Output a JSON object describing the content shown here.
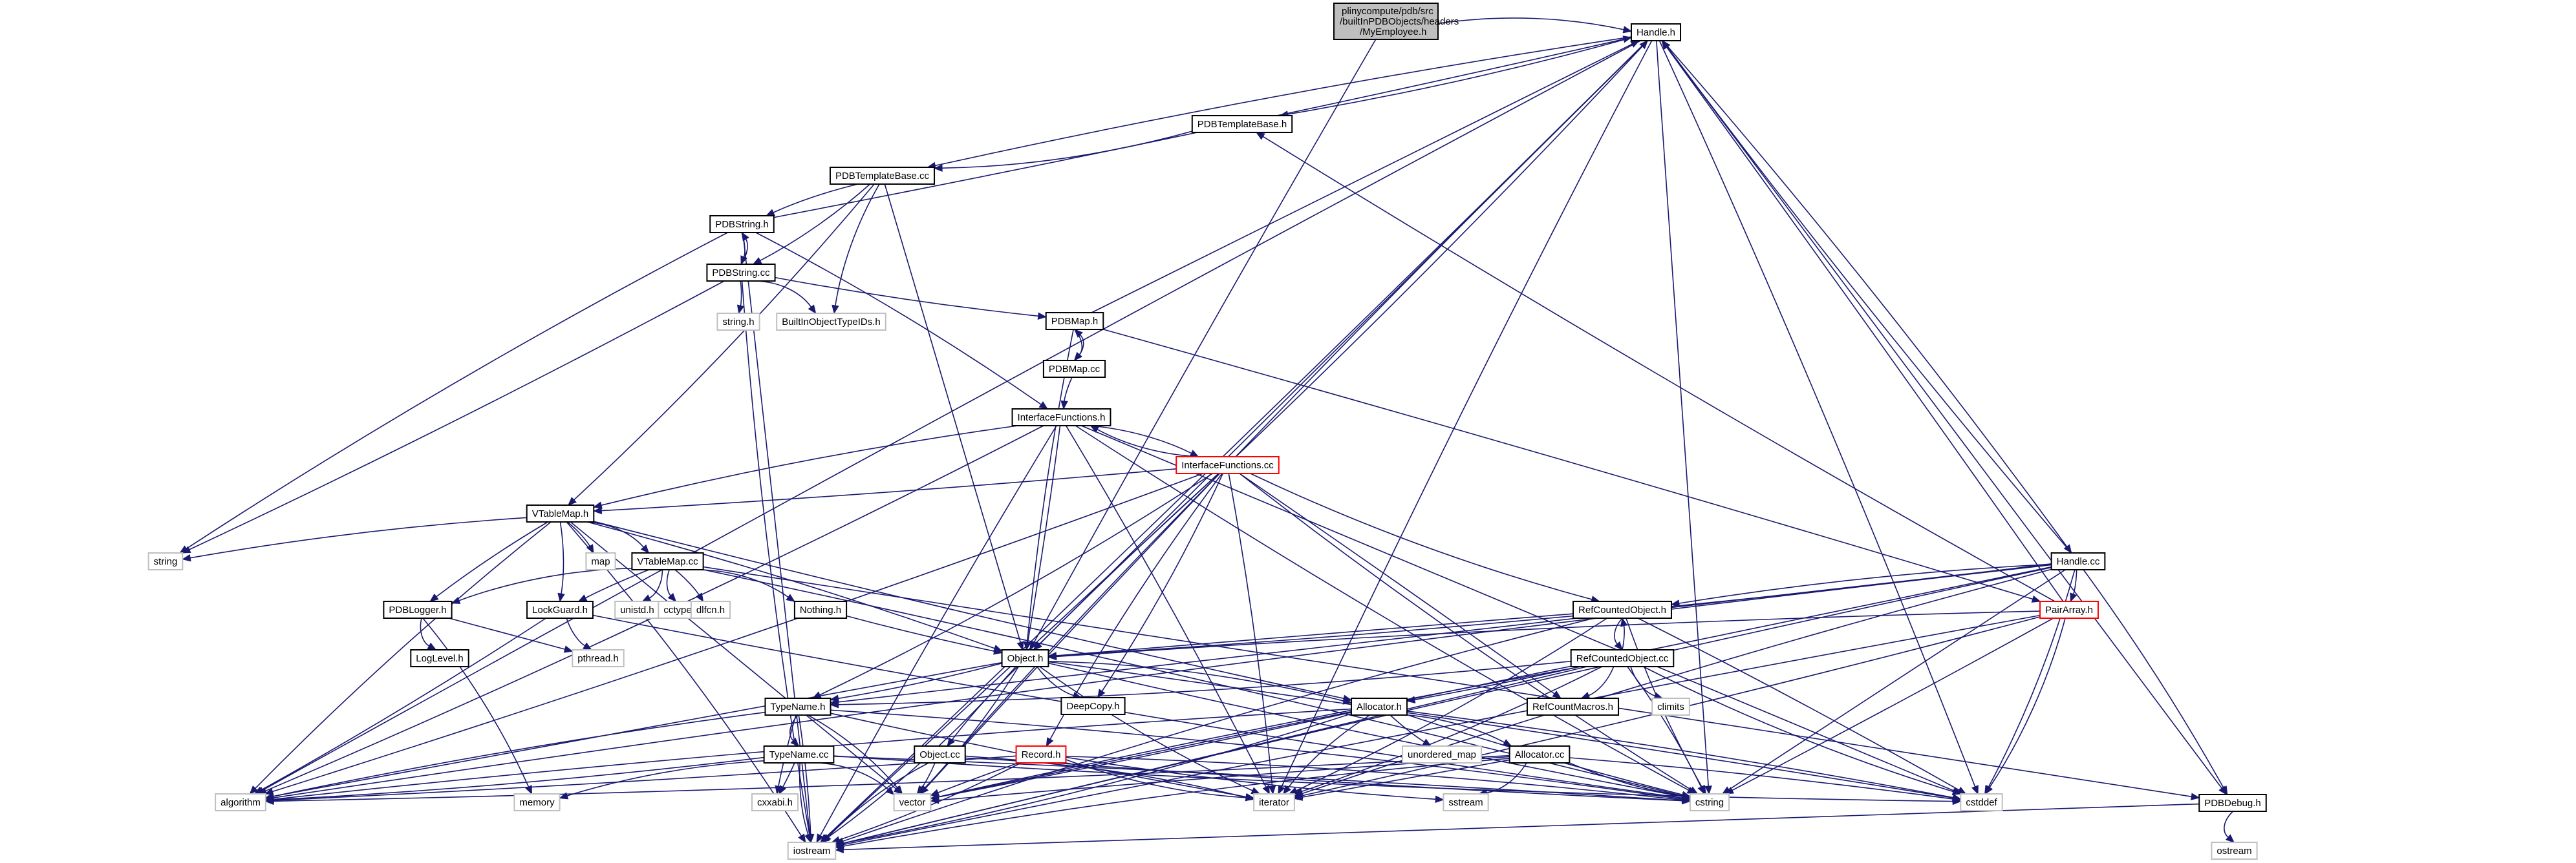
{
  "diagram": {
    "type": "include-dependency-graph",
    "edge_color": "#191970",
    "root": {
      "id": "root",
      "lines": [
        "plinycompute/pdb/src",
        "/builtInPDBObjects/headers",
        "/MyEmployee.h"
      ]
    },
    "nodes": [
      {
        "id": "handle_h",
        "label": "Handle.h",
        "kind": "doc"
      },
      {
        "id": "pdbtemplatebase_h",
        "label": "PDBTemplateBase.h",
        "kind": "doc"
      },
      {
        "id": "pdbtemplatebase_cc",
        "label": "PDBTemplateBase.cc",
        "kind": "doc"
      },
      {
        "id": "pdbstring_h",
        "label": "PDBString.h",
        "kind": "doc"
      },
      {
        "id": "pdbstring_cc",
        "label": "PDBString.cc",
        "kind": "doc"
      },
      {
        "id": "string_h",
        "label": "string.h",
        "kind": "external"
      },
      {
        "id": "builtinobjecttypeids_h",
        "label": "BuiltInObjectTypeIDs.h",
        "kind": "external"
      },
      {
        "id": "pdbmap_h",
        "label": "PDBMap.h",
        "kind": "doc"
      },
      {
        "id": "pdbmap_cc",
        "label": "PDBMap.cc",
        "kind": "doc"
      },
      {
        "id": "interfacefunctions_h",
        "label": "InterfaceFunctions.h",
        "kind": "doc"
      },
      {
        "id": "interfacefunctions_cc",
        "label": "InterfaceFunctions.cc",
        "kind": "truncated"
      },
      {
        "id": "vtablemap_h",
        "label": "VTableMap.h",
        "kind": "doc"
      },
      {
        "id": "string",
        "label": "string",
        "kind": "external"
      },
      {
        "id": "map",
        "label": "map",
        "kind": "external"
      },
      {
        "id": "vtablemap_cc",
        "label": "VTableMap.cc",
        "kind": "doc"
      },
      {
        "id": "pdblogger_h",
        "label": "PDBLogger.h",
        "kind": "doc"
      },
      {
        "id": "lockguard_h",
        "label": "LockGuard.h",
        "kind": "doc"
      },
      {
        "id": "unistd_h",
        "label": "unistd.h",
        "kind": "external"
      },
      {
        "id": "cctype",
        "label": "cctype",
        "kind": "external"
      },
      {
        "id": "dlfcn_h",
        "label": "dlfcn.h",
        "kind": "external"
      },
      {
        "id": "nothing_h",
        "label": "Nothing.h",
        "kind": "doc"
      },
      {
        "id": "loglevel_h",
        "label": "LogLevel.h",
        "kind": "doc"
      },
      {
        "id": "pthread_h",
        "label": "pthread.h",
        "kind": "external"
      },
      {
        "id": "handle_cc",
        "label": "Handle.cc",
        "kind": "doc"
      },
      {
        "id": "refcountedobject_h",
        "label": "RefCountedObject.h",
        "kind": "doc"
      },
      {
        "id": "pairarray_h",
        "label": "PairArray.h",
        "kind": "truncated"
      },
      {
        "id": "object_h",
        "label": "Object.h",
        "kind": "doc"
      },
      {
        "id": "refcountedobject_cc",
        "label": "RefCountedObject.cc",
        "kind": "doc"
      },
      {
        "id": "deepcopy_h",
        "label": "DeepCopy.h",
        "kind": "doc"
      },
      {
        "id": "typename_h",
        "label": "TypeName.h",
        "kind": "doc"
      },
      {
        "id": "allocator_h",
        "label": "Allocator.h",
        "kind": "doc"
      },
      {
        "id": "refcountmacros_h",
        "label": "RefCountMacros.h",
        "kind": "doc"
      },
      {
        "id": "climits",
        "label": "climits",
        "kind": "external"
      },
      {
        "id": "typename_cc",
        "label": "TypeName.cc",
        "kind": "doc"
      },
      {
        "id": "object_cc",
        "label": "Object.cc",
        "kind": "doc"
      },
      {
        "id": "record_h",
        "label": "Record.h",
        "kind": "truncated"
      },
      {
        "id": "unordered_map",
        "label": "unordered_map",
        "kind": "external"
      },
      {
        "id": "allocator_cc",
        "label": "Allocator.cc",
        "kind": "doc"
      },
      {
        "id": "algorithm",
        "label": "algorithm",
        "kind": "external"
      },
      {
        "id": "memory",
        "label": "memory",
        "kind": "external"
      },
      {
        "id": "cxxabi_h",
        "label": "cxxabi.h",
        "kind": "external"
      },
      {
        "id": "vector",
        "label": "vector",
        "kind": "external"
      },
      {
        "id": "iterator",
        "label": "iterator",
        "kind": "external"
      },
      {
        "id": "sstream",
        "label": "sstream",
        "kind": "external"
      },
      {
        "id": "cstring",
        "label": "cstring",
        "kind": "external"
      },
      {
        "id": "cstddef",
        "label": "cstddef",
        "kind": "external"
      },
      {
        "id": "pdbdebug_h",
        "label": "PDBDebug.h",
        "kind": "doc"
      },
      {
        "id": "iostream",
        "label": "iostream",
        "kind": "external"
      },
      {
        "id": "ostream",
        "label": "ostream",
        "kind": "external"
      }
    ],
    "edges": [
      [
        "root",
        "handle_h"
      ],
      [
        "root",
        "object_h"
      ],
      [
        "handle_h",
        "pdbtemplatebase_h"
      ],
      [
        "handle_h",
        "pdbtemplatebase_cc"
      ],
      [
        "handle_h",
        "object_h"
      ],
      [
        "handle_h",
        "handle_cc"
      ],
      [
        "handle_h",
        "algorithm"
      ],
      [
        "handle_h",
        "iostream"
      ],
      [
        "handle_h",
        "vector"
      ],
      [
        "handle_h",
        "cstring"
      ],
      [
        "handle_h",
        "cstddef"
      ],
      [
        "handle_h",
        "iterator"
      ],
      [
        "handle_h",
        "pdbdebug_h"
      ],
      [
        "pdbtemplatebase_h",
        "pdbtemplatebase_cc"
      ],
      [
        "pdbtemplatebase_cc",
        "pdbstring_h"
      ],
      [
        "pdbtemplatebase_cc",
        "pdbstring_cc"
      ],
      [
        "pdbtemplatebase_cc",
        "builtinobjecttypeids_h"
      ],
      [
        "pdbtemplatebase_cc",
        "object_h"
      ],
      [
        "pdbtemplatebase_cc",
        "vtablemap_h"
      ],
      [
        "pdbstring_h",
        "handle_h"
      ],
      [
        "pdbstring_h",
        "pdbstring_cc"
      ],
      [
        "pdbstring_h",
        "string"
      ],
      [
        "pdbstring_h",
        "iostream"
      ],
      [
        "pdbstring_h",
        "interfacefunctions_h"
      ],
      [
        "pdbstring_cc",
        "pdbstring_h"
      ],
      [
        "pdbstring_cc",
        "string_h"
      ],
      [
        "pdbstring_cc",
        "builtinobjecttypeids_h"
      ],
      [
        "pdbstring_cc",
        "pdbmap_h"
      ],
      [
        "pdbstring_cc",
        "string"
      ],
      [
        "pdbstring_cc",
        "iostream"
      ],
      [
        "pdbmap_h",
        "handle_h"
      ],
      [
        "pdbmap_h",
        "pdbmap_cc"
      ],
      [
        "pdbmap_h",
        "object_h"
      ],
      [
        "pdbmap_h",
        "pairarray_h"
      ],
      [
        "pdbmap_cc",
        "pdbmap_h"
      ],
      [
        "pdbmap_cc",
        "interfacefunctions_h"
      ],
      [
        "interfacefunctions_h",
        "interfacefunctions_cc"
      ],
      [
        "interfacefunctions_h",
        "vtablemap_h"
      ],
      [
        "interfacefunctions_h",
        "object_h"
      ],
      [
        "interfacefunctions_h",
        "algorithm"
      ],
      [
        "interfacefunctions_h",
        "iostream"
      ],
      [
        "interfacefunctions_h",
        "iterator"
      ],
      [
        "interfacefunctions_h",
        "cstring"
      ],
      [
        "interfacefunctions_h",
        "cstddef"
      ],
      [
        "interfacefunctions_cc",
        "interfacefunctions_h"
      ],
      [
        "interfacefunctions_cc",
        "handle_h"
      ],
      [
        "interfacefunctions_cc",
        "vtablemap_h"
      ],
      [
        "interfacefunctions_cc",
        "refcountedobject_h"
      ],
      [
        "interfacefunctions_cc",
        "object_h"
      ],
      [
        "interfacefunctions_cc",
        "deepcopy_h"
      ],
      [
        "interfacefunctions_cc",
        "record_h"
      ],
      [
        "interfacefunctions_cc",
        "refcountmacros_h"
      ],
      [
        "interfacefunctions_cc",
        "typename_h"
      ],
      [
        "interfacefunctions_cc",
        "vector"
      ],
      [
        "interfacefunctions_cc",
        "iterator"
      ],
      [
        "interfacefunctions_cc",
        "cstring"
      ],
      [
        "interfacefunctions_cc",
        "iostream"
      ],
      [
        "interfacefunctions_cc",
        "algorithm"
      ],
      [
        "vtablemap_h",
        "string"
      ],
      [
        "vtablemap_h",
        "map"
      ],
      [
        "vtablemap_h",
        "vtablemap_cc"
      ],
      [
        "vtablemap_h",
        "pdblogger_h"
      ],
      [
        "vtablemap_h",
        "object_h"
      ],
      [
        "vtablemap_h",
        "algorithm"
      ],
      [
        "vtablemap_h",
        "vector"
      ],
      [
        "vtablemap_h",
        "iostream"
      ],
      [
        "vtablemap_h",
        "allocator_h"
      ],
      [
        "vtablemap_h",
        "lockguard_h"
      ],
      [
        "vtablemap_cc",
        "pdblogger_h"
      ],
      [
        "vtablemap_cc",
        "lockguard_h"
      ],
      [
        "vtablemap_cc",
        "unistd_h"
      ],
      [
        "vtablemap_cc",
        "cctype"
      ],
      [
        "vtablemap_cc",
        "dlfcn_h"
      ],
      [
        "vtablemap_cc",
        "nothing_h"
      ],
      [
        "vtablemap_cc",
        "pdbdebug_h"
      ],
      [
        "vtablemap_cc",
        "cstring"
      ],
      [
        "pdblogger_h",
        "loglevel_h"
      ],
      [
        "pdblogger_h",
        "pthread_h"
      ],
      [
        "pdblogger_h",
        "memory"
      ],
      [
        "lockguard_h",
        "pthread_h"
      ],
      [
        "lockguard_h",
        "algorithm"
      ],
      [
        "lockguard_h",
        "cstring"
      ],
      [
        "nothing_h",
        "object_h"
      ],
      [
        "handle_cc",
        "handle_h"
      ],
      [
        "handle_cc",
        "refcountedobject_h"
      ],
      [
        "handle_cc",
        "pairarray_h"
      ],
      [
        "handle_cc",
        "object_h"
      ],
      [
        "handle_cc",
        "typename_h"
      ],
      [
        "handle_cc",
        "pdbdebug_h"
      ],
      [
        "handle_cc",
        "iterator"
      ],
      [
        "handle_cc",
        "cstring"
      ],
      [
        "handle_cc",
        "cstddef"
      ],
      [
        "handle_cc",
        "iostream"
      ],
      [
        "handle_cc",
        "vector"
      ],
      [
        "handle_cc",
        "algorithm"
      ],
      [
        "pairarray_h",
        "handle_h"
      ],
      [
        "pairarray_h",
        "pdbtemplatebase_h"
      ],
      [
        "pairarray_h",
        "object_h"
      ],
      [
        "pairarray_h",
        "cstring"
      ],
      [
        "pairarray_h",
        "cstddef"
      ],
      [
        "pairarray_h",
        "iostream"
      ],
      [
        "pairarray_h",
        "iterator"
      ],
      [
        "refcountedobject_h",
        "refcountedobject_cc"
      ],
      [
        "refcountedobject_h",
        "object_h"
      ],
      [
        "refcountedobject_h",
        "iterator"
      ],
      [
        "refcountedobject_h",
        "cstring"
      ],
      [
        "refcountedobject_h",
        "cstddef"
      ],
      [
        "refcountedobject_h",
        "iostream"
      ],
      [
        "refcountedobject_cc",
        "refcountedobject_h"
      ],
      [
        "refcountedobject_cc",
        "refcountmacros_h"
      ],
      [
        "refcountedobject_cc",
        "climits"
      ],
      [
        "refcountedobject_cc",
        "allocator_h"
      ],
      [
        "refcountedobject_cc",
        "typename_h"
      ],
      [
        "refcountedobject_cc",
        "vector"
      ],
      [
        "refcountedobject_cc",
        "cstring"
      ],
      [
        "refcountedobject_cc",
        "cstddef"
      ],
      [
        "refcountedobject_cc",
        "iostream"
      ],
      [
        "refcountedobject_cc",
        "iterator"
      ],
      [
        "object_h",
        "deepcopy_h"
      ],
      [
        "object_h",
        "typename_h"
      ],
      [
        "object_h",
        "allocator_h"
      ],
      [
        "object_h",
        "object_cc"
      ],
      [
        "object_h",
        "vector"
      ],
      [
        "object_h",
        "iterator"
      ],
      [
        "object_h",
        "algorithm"
      ],
      [
        "object_h",
        "iostream"
      ],
      [
        "object_h",
        "cstring"
      ],
      [
        "object_h",
        "cstddef"
      ],
      [
        "typename_h",
        "typename_cc"
      ],
      [
        "typename_h",
        "cxxabi_h"
      ],
      [
        "typename_h",
        "vector"
      ],
      [
        "typename_h",
        "algorithm"
      ],
      [
        "typename_h",
        "iostream"
      ],
      [
        "typename_h",
        "cstring"
      ],
      [
        "typename_h",
        "iterator"
      ],
      [
        "typename_cc",
        "algorithm"
      ],
      [
        "typename_cc",
        "memory"
      ],
      [
        "typename_cc",
        "cxxabi_h"
      ],
      [
        "typename_cc",
        "vector"
      ],
      [
        "typename_cc",
        "iostream"
      ],
      [
        "typename_cc",
        "cstring"
      ],
      [
        "typename_cc",
        "cstddef"
      ],
      [
        "allocator_h",
        "unordered_map"
      ],
      [
        "allocator_h",
        "allocator_cc"
      ],
      [
        "allocator_h",
        "iterator"
      ],
      [
        "allocator_h",
        "vector"
      ],
      [
        "allocator_h",
        "iostream"
      ],
      [
        "allocator_h",
        "cstring"
      ],
      [
        "allocator_h",
        "cstddef"
      ],
      [
        "allocator_h",
        "algorithm"
      ],
      [
        "allocator_cc",
        "iterator"
      ],
      [
        "allocator_cc",
        "sstream"
      ],
      [
        "allocator_cc",
        "cstring"
      ],
      [
        "allocator_cc",
        "cstddef"
      ],
      [
        "allocator_cc",
        "iostream"
      ],
      [
        "allocator_cc",
        "vector"
      ],
      [
        "allocator_cc",
        "algorithm"
      ],
      [
        "object_cc",
        "iostream"
      ],
      [
        "object_cc",
        "vector"
      ],
      [
        "object_cc",
        "iterator"
      ],
      [
        "object_cc",
        "cstring"
      ],
      [
        "record_h",
        "iostream"
      ],
      [
        "record_h",
        "iterator"
      ],
      [
        "record_h",
        "vector"
      ],
      [
        "record_h",
        "cstring"
      ],
      [
        "record_h",
        "sstream"
      ],
      [
        "record_h",
        "algorithm"
      ],
      [
        "pdbdebug_h",
        "ostream"
      ],
      [
        "pdbdebug_h",
        "iostream"
      ]
    ]
  }
}
